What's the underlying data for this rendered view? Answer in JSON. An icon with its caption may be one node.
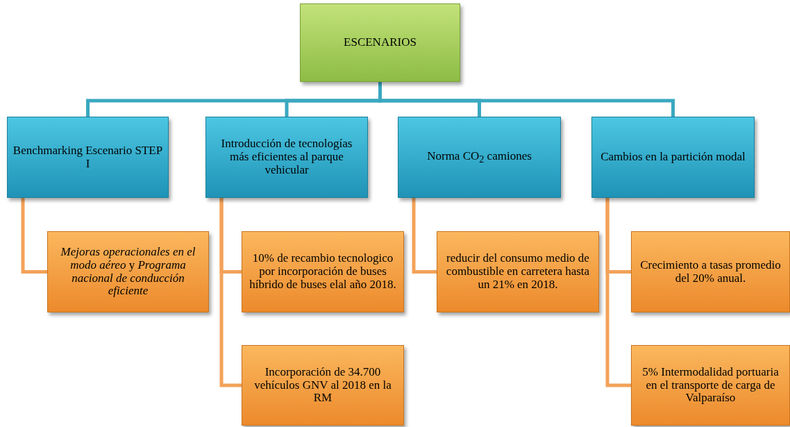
{
  "diagram": {
    "nodes": [
      {
        "text": [
          "ESCENARIOS"
        ]
      },
      {
        "text": [
          "Benchmarking Escenario STEP I"
        ]
      },
      {
        "text": [
          "Introducción de tecnologías más eficientes al parque vehicular"
        ]
      },
      {
        "text": [
          "Norma CO$_{2}$ camiones"
        ]
      },
      {
        "text": [
          "Cambios en la partición modal"
        ]
      },
      {
        "text": [
          "*Mejoras operacionales en el modo aéreo* y *Programa nacional de conducción eficiente*"
        ]
      },
      {
        "text": [
          "10% de recambio tecnologico por incorporación de buses híbrido  de buses elal año 2018."
        ]
      },
      {
        "text": [
          "Incorporación de 34.700 vehículos GNV al 2018 en la RM"
        ]
      },
      {
        "text": [
          "reducir del consumo medio de combustible en carretera hasta un 21% en 2018."
        ]
      },
      {
        "text": [
          "Crecimiento a tasas promedio del 20% anual."
        ]
      },
      {
        "text": [
          "5% Intermodalidad portuaria en el transporte de carga de Valparaíso"
        ]
      }
    ],
    "edges": [
      {
        "from": 0,
        "to": 1,
        "arrow": "none",
        "color": "#3aa8c0"
      },
      {
        "from": 0,
        "to": 2,
        "arrow": "none",
        "color": "#3aa8c0"
      },
      {
        "from": 0,
        "to": 3,
        "arrow": "none",
        "color": "#3aa8c0"
      },
      {
        "from": 0,
        "to": 4,
        "arrow": "none",
        "color": "#3aa8c0"
      },
      {
        "from": 1,
        "to": 5,
        "arrow": "none"
      },
      {
        "from": 2,
        "to": 6,
        "arrow": "none"
      },
      {
        "from": 2,
        "to": 7,
        "arrow": "none"
      },
      {
        "from": 3,
        "to": 8,
        "arrow": "none"
      },
      {
        "from": 4,
        "to": 9,
        "arrow": "none"
      },
      {
        "from": 4,
        "to": 10,
        "arrow": "none"
      }
    ]
  }
}
